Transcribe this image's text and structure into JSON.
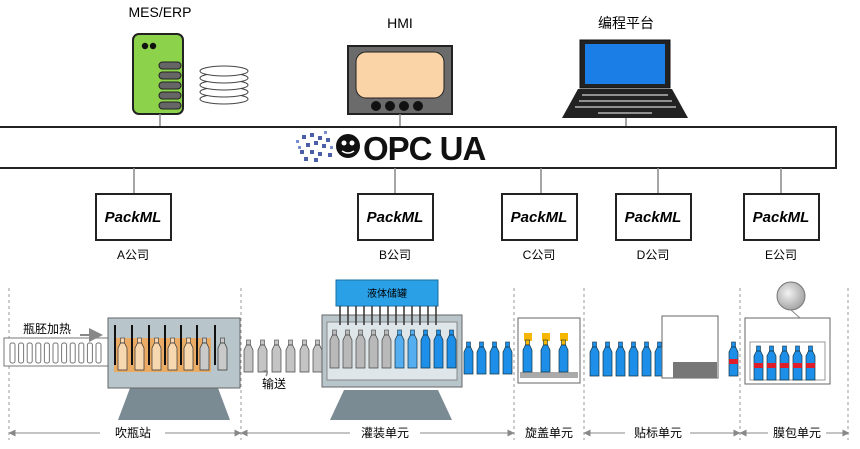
{
  "top_systems": {
    "mes": {
      "label": "MES/ERP",
      "icon": "server-icon",
      "db_icon": "database-icon"
    },
    "hmi": {
      "label": "HMI",
      "icon": "hmi-panel-icon"
    },
    "prog": {
      "label": "编程平台",
      "icon": "laptop-icon"
    }
  },
  "bus": {
    "logo_text": "OPC UA",
    "icon": "opc-ua-logo-icon"
  },
  "packml": {
    "label": "PackML",
    "companies": [
      "A公司",
      "B公司",
      "C公司",
      "D公司",
      "E公司"
    ]
  },
  "line": {
    "preform_heating": "瓶胚加热",
    "conveying": "输送",
    "liquid_tank": "液体储罐",
    "sections": [
      "吹瓶站",
      "灌装单元",
      "旋盖单元",
      "贴标单元",
      "膜包单元"
    ]
  },
  "colors": {
    "server_green": "#8cd24a",
    "hmi_screen": "#fad3a6",
    "laptop_screen": "#1a7ee6",
    "tank_blue": "#2aa0e6",
    "bottle_blue": "#1e8fe8",
    "cap_yellow": "#f5b700",
    "label_red": "#e01e2a",
    "machine_gray": "#b8c6cc"
  }
}
